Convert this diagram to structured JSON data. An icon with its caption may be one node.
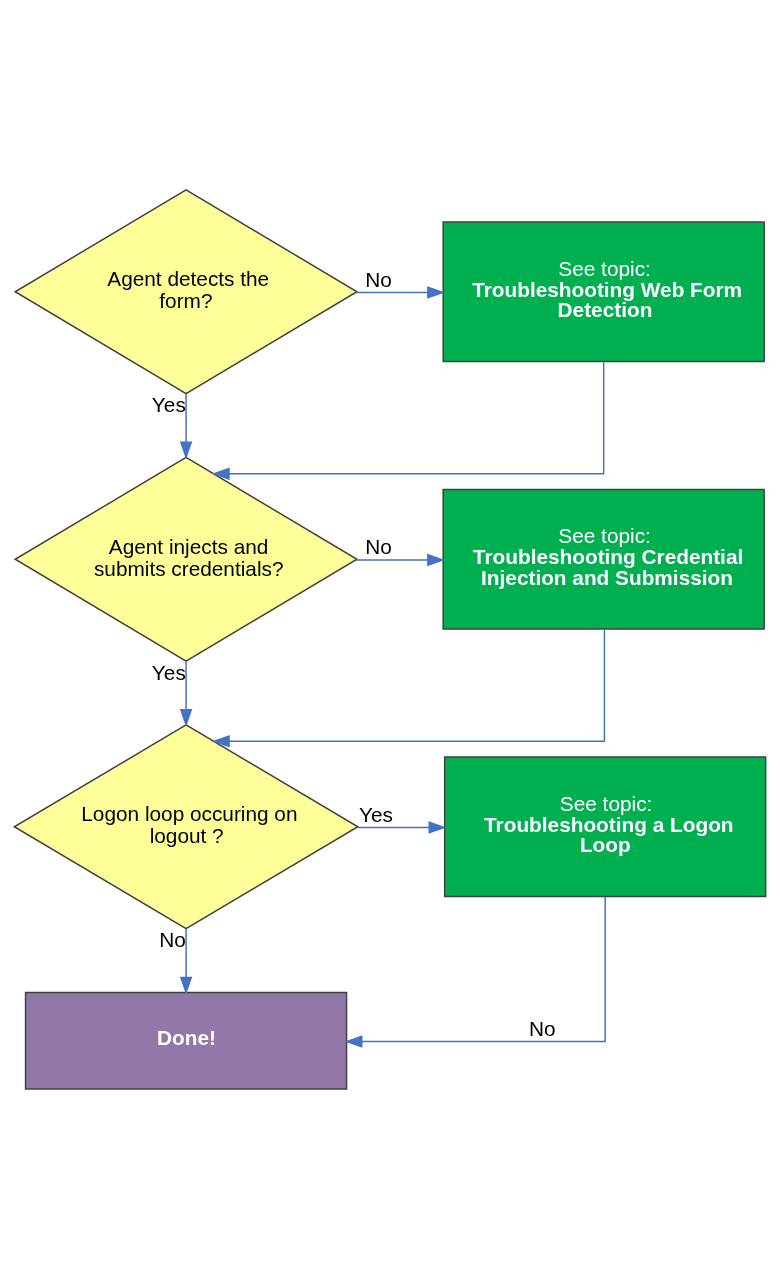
{
  "diagram": {
    "nodes": [
      {
        "text": [
          "Agent detects the form?"
        ]
      },
      {
        "text": [
          "See topic:",
          "Troubleshooting Web Form Detection"
        ]
      },
      {
        "text": [
          "Agent injects and submits credentials?"
        ]
      },
      {
        "text": [
          "See topic:",
          "Troubleshooting Credential Injection and Submission"
        ]
      },
      {
        "text": [
          "Logon loop occuring on logout ?"
        ]
      },
      {
        "text": [
          "See topic:",
          "Troubleshooting a Logon Loop"
        ]
      },
      {
        "text": [
          "Done!"
        ]
      }
    ],
    "edges": [
      {
        "from": 0,
        "to": 1,
        "arrow": "to",
        "label": "No"
      },
      {
        "from": 0,
        "to": 2,
        "arrow": "to",
        "label": "Yes"
      },
      {
        "from": 1,
        "to": 2,
        "arrow": "to"
      },
      {
        "from": 2,
        "to": 3,
        "arrow": "to",
        "label": "No"
      },
      {
        "from": 2,
        "to": 4,
        "arrow": "to",
        "label": "Yes"
      },
      {
        "from": 3,
        "to": 4,
        "arrow": "to"
      },
      {
        "from": 4,
        "to": 5,
        "arrow": "to",
        "label": "Yes"
      },
      {
        "from": 4,
        "to": 6,
        "arrow": "to",
        "label": "No"
      },
      {
        "from": 5,
        "to": 6,
        "arrow": "to",
        "label": "No"
      }
    ]
  }
}
